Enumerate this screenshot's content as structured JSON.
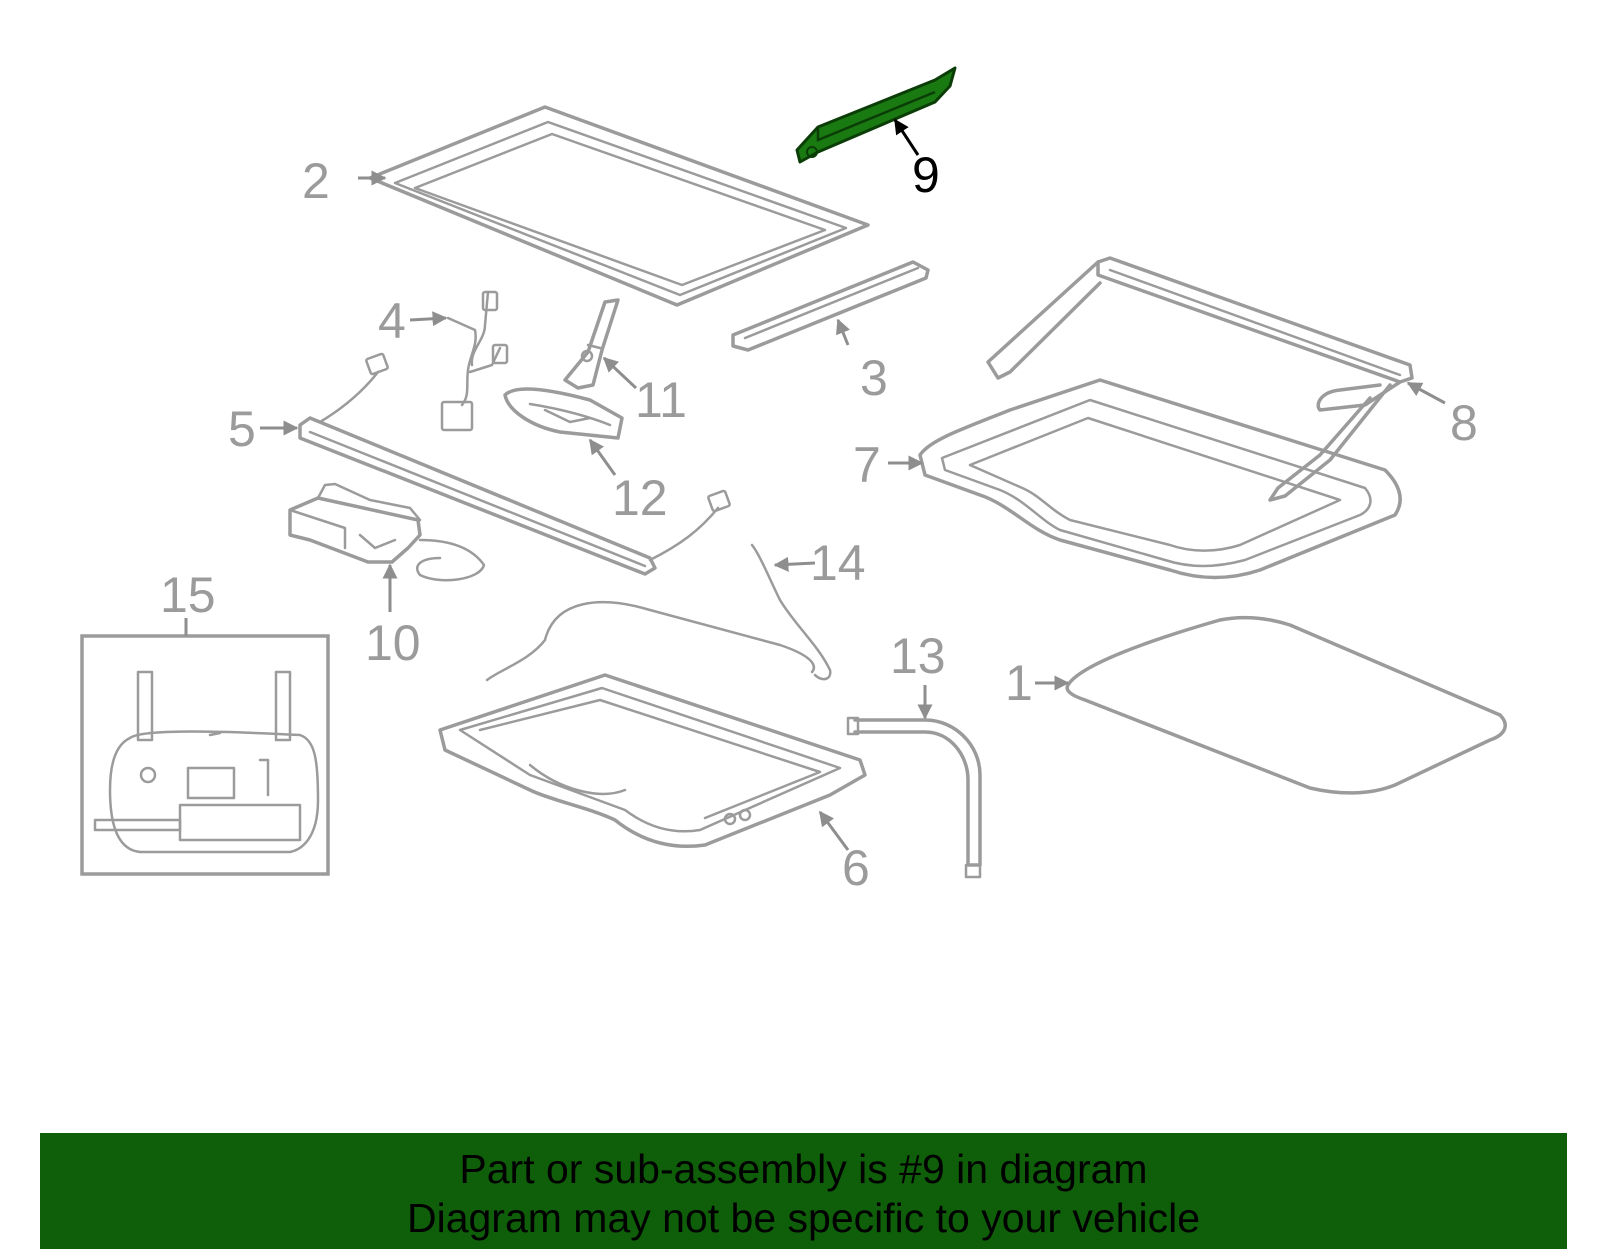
{
  "callouts": {
    "c1": "1",
    "c2": "2",
    "c3": "3",
    "c4": "4",
    "c5": "5",
    "c6": "6",
    "c7": "7",
    "c8": "8",
    "c9": "9",
    "c10": "10",
    "c11": "11",
    "c12": "12",
    "c13": "13",
    "c14": "14",
    "c15": "15"
  },
  "highlight": {
    "part": "9",
    "color": "#1a7a12"
  },
  "banner": {
    "line1": "Part or sub-assembly is #9 in diagram",
    "line2": "Diagram may not be specific to your vehicle",
    "color": "#0f5f0a"
  }
}
